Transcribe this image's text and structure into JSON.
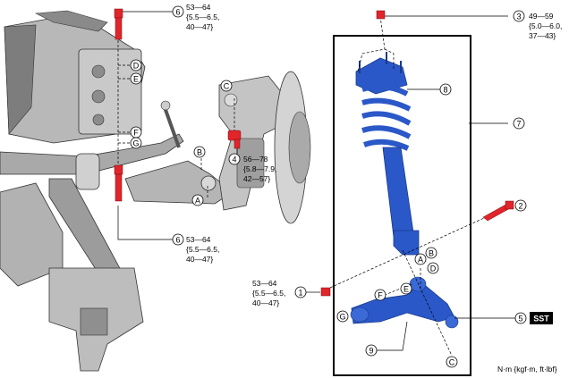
{
  "callouts": {
    "c1": "1",
    "c2": "2",
    "c3": "3",
    "c4": "4",
    "c5": "5",
    "c6a": "6",
    "c6b": "6",
    "c7": "7",
    "c8": "8",
    "c9": "9"
  },
  "letters": {
    "A_left": "A",
    "B_left": "B",
    "C_left": "C",
    "D_left": "D",
    "E_left": "E",
    "F_left": "F",
    "G_left": "G",
    "A_right": "A",
    "B_right": "B",
    "C_right": "C",
    "D_right": "D",
    "E_right": "E",
    "F_right": "F",
    "G_right": "G"
  },
  "torque": {
    "t6_top": [
      "53—64",
      "{5.5—6.5,",
      "40—47}"
    ],
    "t3": [
      "49—59",
      "{5.0—6.0,",
      "37—43}"
    ],
    "t4": [
      "56—78",
      "{5.8—7.9,",
      "42—57}"
    ],
    "t6_bottom": [
      "53—64",
      "{5.5—6.5,",
      "40—47}"
    ],
    "t1": [
      "53—64",
      "{5.5—6.5,",
      "40—47}"
    ]
  },
  "sst_label": "SST",
  "units_label": "N·m {kgf·m, ft·lbf}",
  "colors": {
    "bolt_red": "#e0252b",
    "strut_blue": "#2b58c8",
    "strut_dark": "#173a8c",
    "frame_gray": "#9a9a9a",
    "frame_dark": "#5a5a5a"
  }
}
